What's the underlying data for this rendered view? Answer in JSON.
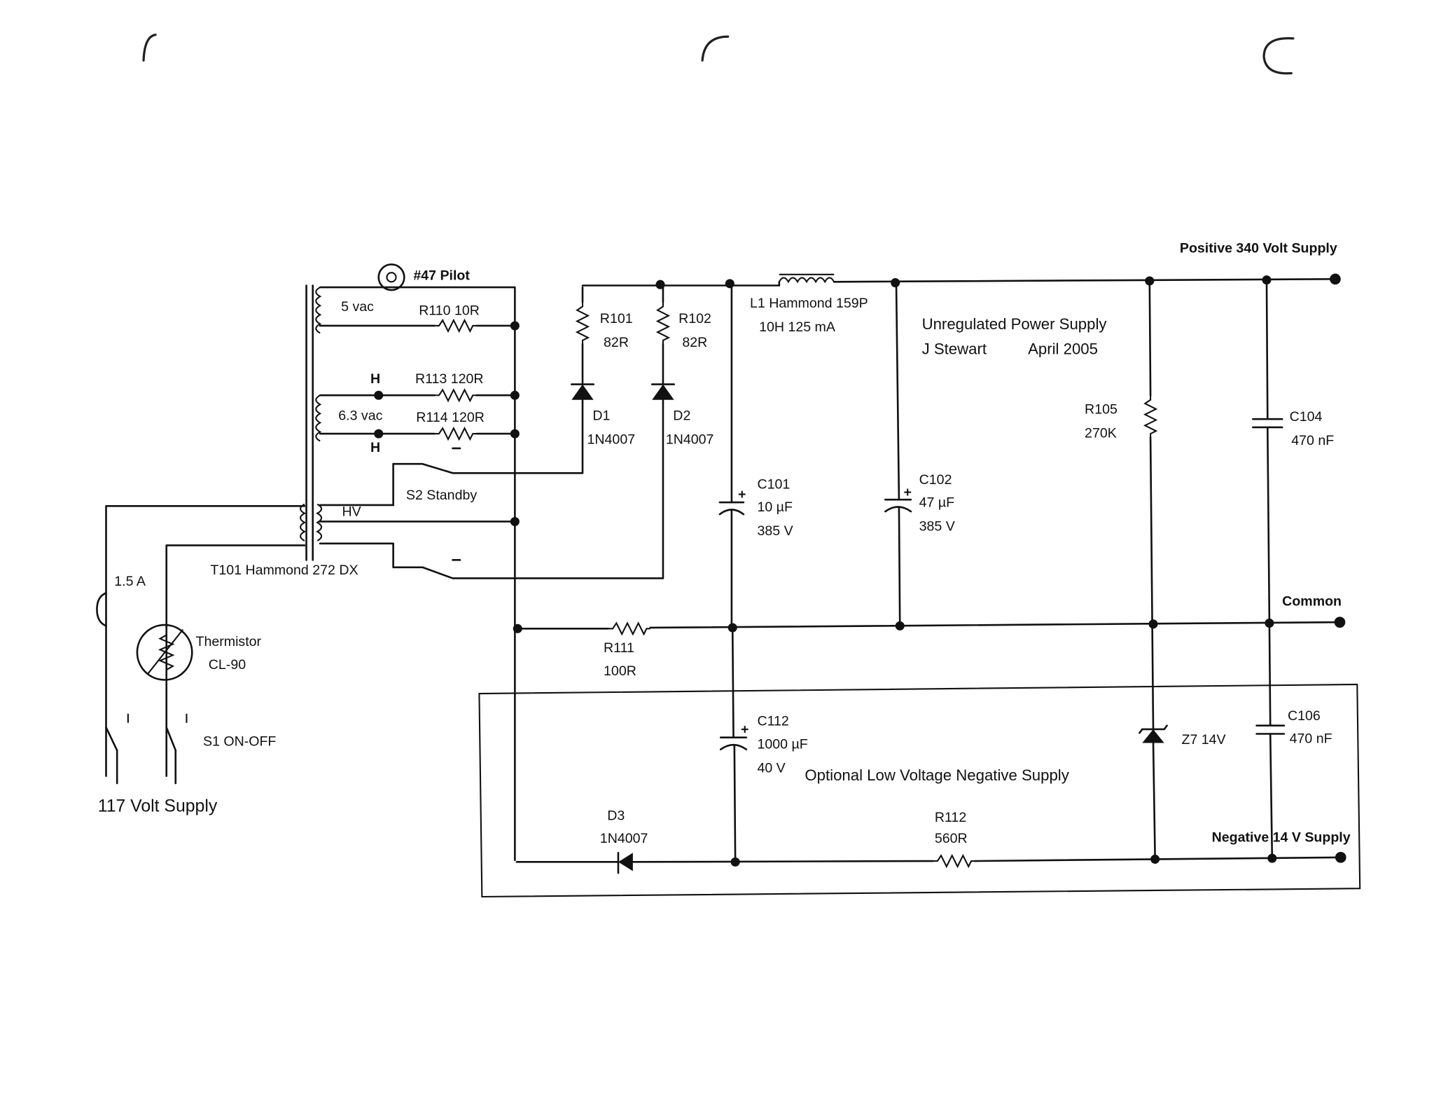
{
  "title": {
    "name": "Unregulated Power Supply",
    "author": "J Stewart",
    "date": "April 2005"
  },
  "rails": {
    "positive": "Positive 340 Volt Supply",
    "common": "Common",
    "negative": "Negative 14 V Supply"
  },
  "mains": {
    "supply": "117 Volt Supply",
    "fuse": "1.5 A",
    "thermistor_name": "Thermistor",
    "thermistor_value": "CL-90",
    "switch": "S1   ON-OFF"
  },
  "transformer": {
    "label": "T101 Hammond 272 DX",
    "hv": "HV",
    "v5": "5 vac",
    "v63": "6.3 vac",
    "h1": "H",
    "h2": "H",
    "pilot": "#47 Pilot"
  },
  "standby": {
    "label": "S2 Standby"
  },
  "resistors": [
    {
      "ref": "R110 10R",
      "value": ""
    },
    {
      "ref": "R113 120R",
      "value": ""
    },
    {
      "ref": "R114 120R",
      "value": ""
    },
    {
      "ref": "R101",
      "value": "82R"
    },
    {
      "ref": "R102",
      "value": "82R"
    },
    {
      "ref": "R111",
      "value": "100R"
    },
    {
      "ref": "R105",
      "value": "270K"
    },
    {
      "ref": "R112",
      "value": "560R"
    }
  ],
  "diodes": [
    {
      "ref": "D1",
      "part": "1N4007"
    },
    {
      "ref": "D2",
      "part": "1N4007"
    },
    {
      "ref": "D3",
      "part": "1N4007"
    }
  ],
  "zener": {
    "label": "Z7  14V"
  },
  "inductor": {
    "ref": "L1 Hammond 159P",
    "spec": "10H  125 mA"
  },
  "capacitors": [
    {
      "ref": "C101",
      "value": "10 µF",
      "voltage": "385 V"
    },
    {
      "ref": "C102",
      "value": "47 µF",
      "voltage": "385 V"
    },
    {
      "ref": "C112",
      "value": "1000  µF",
      "voltage": "40 V"
    },
    {
      "ref": "C104",
      "value": "470 nF"
    },
    {
      "ref": "C106",
      "value": "470 nF"
    }
  ],
  "optional_block": "Optional Low Voltage Negative Supply"
}
